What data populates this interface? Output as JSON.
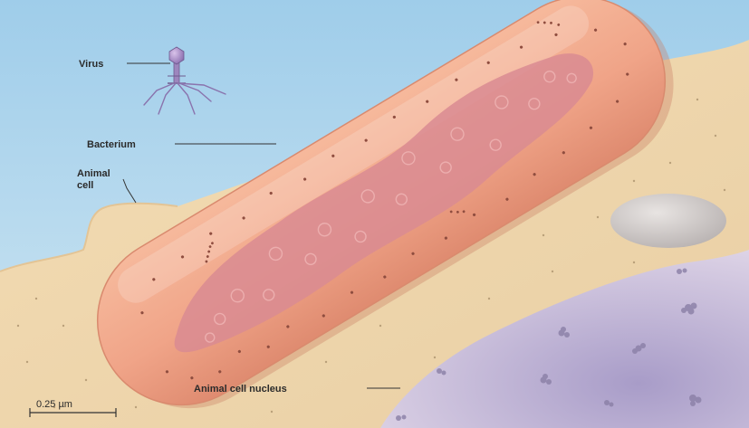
{
  "labels": {
    "virus": "Virus",
    "bacterium": "Bacterium",
    "animal_cell_line1": "Animal",
    "animal_cell_line2": "cell",
    "nucleus": "Animal cell nucleus"
  },
  "scale_bar": {
    "label": "0.25 µm"
  },
  "colors": {
    "sky": "#a9d3ec",
    "animal_cell": "#f0d7ad",
    "bacterium": "#f2a98c",
    "nucleoid": "#d88a90",
    "nucleus": "#c8bcd8",
    "vacuole": "#cfcac8",
    "label_text": "#2b2b2b"
  }
}
